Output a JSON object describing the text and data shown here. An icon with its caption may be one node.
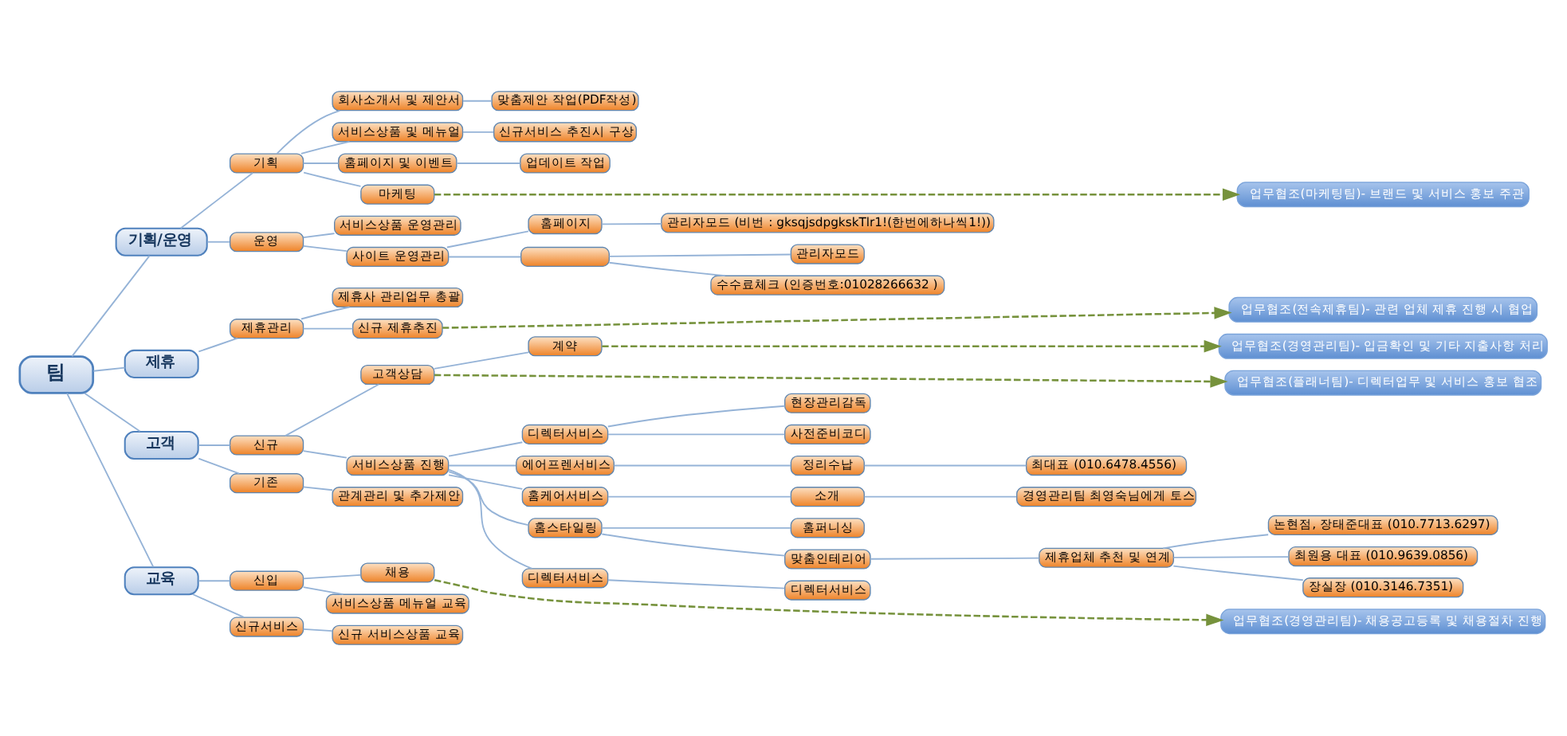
{
  "diagram": {
    "nodes": [
      {
        "text": [
          "팀"
        ]
      },
      {
        "text": [
          "기획/운영"
        ]
      },
      {
        "text": [
          "기획"
        ]
      },
      {
        "text": [
          "회사소개서 및 제안서"
        ]
      },
      {
        "text": [
          "맞춤제안 작업(PDF작성)"
        ]
      },
      {
        "text": [
          "서비스상품 및 메뉴얼"
        ]
      },
      {
        "text": [
          "신규서비스 추진시 구상"
        ]
      },
      {
        "text": [
          "홈페이지 및 이벤트"
        ]
      },
      {
        "text": [
          "업데이트 작업"
        ]
      },
      {
        "text": [
          "마케팅"
        ]
      },
      {
        "text": [
          "운영"
        ]
      },
      {
        "text": [
          "서비스상품 운영관리"
        ]
      },
      {
        "text": [
          "사이트 운영관리"
        ]
      },
      {
        "text": [
          "홈페이지"
        ]
      },
      {
        "text": [
          "관리자모드 (비번 : gksqjsdpgkskTlr1!(한번에하나씩1!))"
        ]
      },
      {
        "text": [],
        "shape": "box"
      },
      {
        "text": [
          "관리자모드"
        ]
      },
      {
        "text": [
          "수수료체크 (인증번호:01028266632 )"
        ]
      },
      {
        "text": [
          "제휴"
        ]
      },
      {
        "text": [
          "제휴관리"
        ]
      },
      {
        "text": [
          "제휴사 관리업무 총괄"
        ]
      },
      {
        "text": [
          "신규 제휴추진"
        ]
      },
      {
        "text": [
          "고객"
        ]
      },
      {
        "text": [
          "신규"
        ]
      },
      {
        "text": [
          "고객상담"
        ]
      },
      {
        "text": [
          "계약"
        ]
      },
      {
        "text": [
          "서비스상품 진행"
        ]
      },
      {
        "text": [
          "디렉터서비스"
        ]
      },
      {
        "text": [
          "현장관리감독"
        ]
      },
      {
        "text": [
          "사전준비코디"
        ]
      },
      {
        "text": [
          "에어프렌서비스"
        ]
      },
      {
        "text": [
          "정리수납"
        ]
      },
      {
        "text": [
          "최대표 (010.6478.4556)"
        ]
      },
      {
        "text": [
          "홈케어서비스"
        ]
      },
      {
        "text": [
          "소개"
        ]
      },
      {
        "text": [
          "경영관리팀 최영숙님에게 토스"
        ]
      },
      {
        "text": [
          "홈스타일링"
        ]
      },
      {
        "text": [
          "홈퍼니싱"
        ]
      },
      {
        "text": [
          "맞춤인테리어"
        ]
      },
      {
        "text": [
          "제휴업체 추천 및 연계"
        ]
      },
      {
        "text": [
          "논현점, 장태준대표 (010.7713.6297)"
        ]
      },
      {
        "text": [
          "최원용 대표 (010.9639.0856)"
        ]
      },
      {
        "text": [
          "장실장 (010.3146.7351)"
        ]
      },
      {
        "text": [
          "디렉터서비스"
        ]
      },
      {
        "text": [
          "디렉터서비스"
        ]
      },
      {
        "text": [
          "기존"
        ]
      },
      {
        "text": [
          "관계관리 및 추가제안"
        ]
      },
      {
        "text": [
          "교육"
        ]
      },
      {
        "text": [
          "신입"
        ]
      },
      {
        "text": [
          "채용"
        ]
      },
      {
        "text": [
          "서비스상품 메뉴얼 교육"
        ]
      },
      {
        "text": [
          "신규서비스"
        ]
      },
      {
        "text": [
          "신규 서비스상품 교육"
        ]
      },
      {
        "text": [
          "업무협조(마케팅팀)- 브랜드 및 서비스 홍보 주관"
        ]
      },
      {
        "text": [
          "업무협조(전속제휴팀)- 관련 업체 제휴 진행 시 협업"
        ]
      },
      {
        "text": [
          "업무협조(플래너팀)- 디렉터업무 및 서비스 홍보 협조"
        ]
      },
      {
        "text": [
          "업무협조(경영관리팀)- 입금확인 및 기타 지출사항 처리"
        ]
      },
      {
        "text": [
          "업무협조(경영관리팀)- 채용공고등록 및 채용절차 진행"
        ]
      }
    ],
    "edges": [
      {
        "from": 0,
        "to": 1,
        "arrow": "none"
      },
      {
        "from": 1,
        "to": 2,
        "arrow": "none"
      },
      {
        "from": 2,
        "to": 3,
        "arrow": "none"
      },
      {
        "from": 3,
        "to": 4,
        "arrow": "none"
      },
      {
        "from": 2,
        "to": 5,
        "arrow": "none"
      },
      {
        "from": 5,
        "to": 6,
        "arrow": "none"
      },
      {
        "from": 2,
        "to": 7,
        "arrow": "none"
      },
      {
        "from": 7,
        "to": 8,
        "arrow": "none"
      },
      {
        "from": 2,
        "to": 9,
        "arrow": "none"
      },
      {
        "from": 1,
        "to": 10,
        "arrow": "none"
      },
      {
        "from": 10,
        "to": 11,
        "arrow": "none"
      },
      {
        "from": 10,
        "to": 12,
        "arrow": "none"
      },
      {
        "from": 12,
        "to": 13,
        "arrow": "none"
      },
      {
        "from": 13,
        "to": 14,
        "arrow": "none"
      },
      {
        "from": 12,
        "to": 15,
        "arrow": "none"
      },
      {
        "from": 15,
        "to": 16,
        "arrow": "none"
      },
      {
        "from": 15,
        "to": 17,
        "arrow": "none"
      },
      {
        "from": 0,
        "to": 18,
        "arrow": "none"
      },
      {
        "from": 18,
        "to": 19,
        "arrow": "none"
      },
      {
        "from": 19,
        "to": 20,
        "arrow": "none"
      },
      {
        "from": 19,
        "to": 21,
        "arrow": "none"
      },
      {
        "from": 0,
        "to": 22,
        "arrow": "none"
      },
      {
        "from": 22,
        "to": 23,
        "arrow": "none"
      },
      {
        "from": 23,
        "to": 24,
        "arrow": "none"
      },
      {
        "from": 24,
        "to": 25,
        "arrow": "none"
      },
      {
        "from": 23,
        "to": 26,
        "arrow": "none"
      },
      {
        "from": 26,
        "to": 27,
        "arrow": "none"
      },
      {
        "from": 27,
        "to": 28,
        "arrow": "none"
      },
      {
        "from": 27,
        "to": 29,
        "arrow": "none"
      },
      {
        "from": 26,
        "to": 30,
        "arrow": "none"
      },
      {
        "from": 30,
        "to": 31,
        "arrow": "none"
      },
      {
        "from": 31,
        "to": 32,
        "arrow": "none"
      },
      {
        "from": 26,
        "to": 33,
        "arrow": "none"
      },
      {
        "from": 33,
        "to": 34,
        "arrow": "none"
      },
      {
        "from": 34,
        "to": 35,
        "arrow": "none"
      },
      {
        "from": 26,
        "to": 36,
        "arrow": "none"
      },
      {
        "from": 36,
        "to": 37,
        "arrow": "none"
      },
      {
        "from": 36,
        "to": 38,
        "arrow": "none"
      },
      {
        "from": 38,
        "to": 39,
        "arrow": "none"
      },
      {
        "from": 39,
        "to": 40,
        "arrow": "none"
      },
      {
        "from": 39,
        "to": 41,
        "arrow": "none"
      },
      {
        "from": 39,
        "to": 42,
        "arrow": "none"
      },
      {
        "from": 26,
        "to": 43,
        "arrow": "none"
      },
      {
        "from": 43,
        "to": 44,
        "arrow": "none"
      },
      {
        "from": 22,
        "to": 45,
        "arrow": "none"
      },
      {
        "from": 45,
        "to": 46,
        "arrow": "none"
      },
      {
        "from": 0,
        "to": 47,
        "arrow": "none"
      },
      {
        "from": 47,
        "to": 48,
        "arrow": "none"
      },
      {
        "from": 48,
        "to": 49,
        "arrow": "none"
      },
      {
        "from": 48,
        "to": 50,
        "arrow": "none"
      },
      {
        "from": 47,
        "to": 51,
        "arrow": "none"
      },
      {
        "from": 51,
        "to": 52,
        "arrow": "none"
      },
      {
        "from": 9,
        "to": 53,
        "arrow": "to",
        "style": "dashed",
        "color": "#76923c"
      },
      {
        "from": 21,
        "to": 54,
        "arrow": "to",
        "style": "dashed",
        "color": "#76923c"
      },
      {
        "from": 24,
        "to": 55,
        "arrow": "to",
        "style": "dashed",
        "color": "#76923c"
      },
      {
        "from": 25,
        "to": 56,
        "arrow": "to",
        "style": "dashed",
        "color": "#76923c"
      },
      {
        "from": 49,
        "to": 57,
        "arrow": "to",
        "style": "dashed",
        "color": "#76923c"
      }
    ]
  }
}
